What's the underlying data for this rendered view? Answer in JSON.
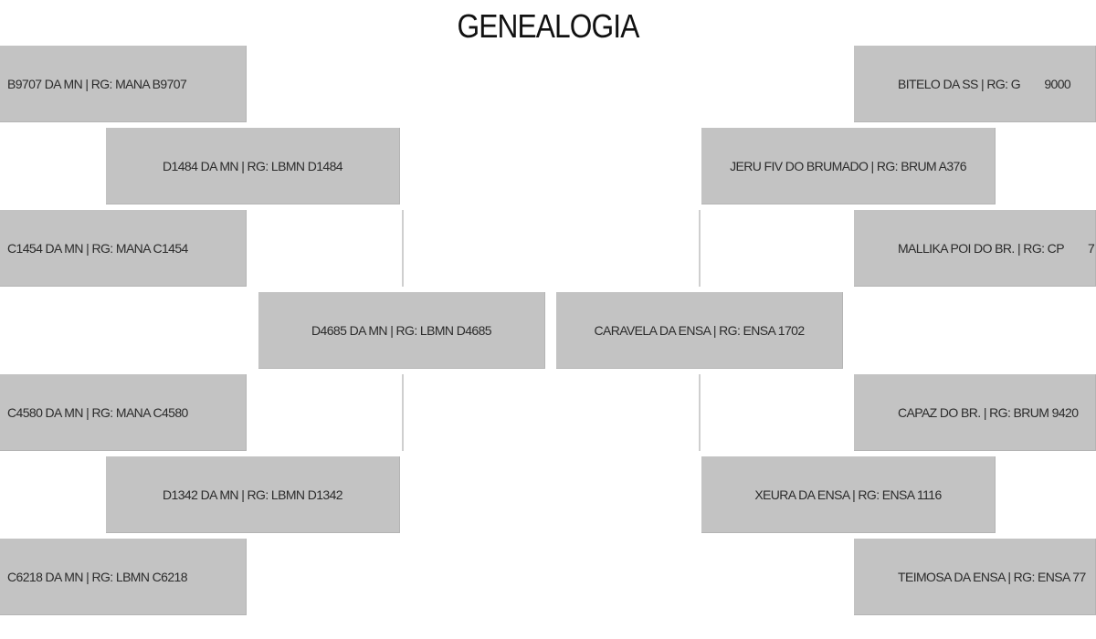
{
  "title": "GENEALOGIA",
  "sire_side": {
    "sire": "D4685 DA MN | RG: LBMN D4685",
    "grandsire": "D1484 DA MN | RG: LBMN D1484",
    "granddam": "D1342 DA MN | RG: LBMN D1342",
    "great_grandparents": [
      "B9707 DA MN | RG: MANA B9707",
      "C1454 DA MN | RG: MANA C1454",
      "C4580 DA MN | RG: MANA C4580",
      "C6218 DA MN | RG: LBMN C6218"
    ]
  },
  "dam_side": {
    "dam": "CARAVELA DA ENSA | RG: ENSA 1702",
    "grandsire": "JERU FIV DO BRUMADO | RG: BRUM A376",
    "granddam": "XEURA DA ENSA | RG: ENSA 1116",
    "great_grandparents": [
      "BITELO DA SS | RG: G        9000",
      "MALLIKA POI DO BR. | RG: CP        7",
      "CAPAZ DO BR. | RG: BRUM 9420",
      "TEIMOSA DA ENSA | RG: ENSA 77"
    ]
  }
}
